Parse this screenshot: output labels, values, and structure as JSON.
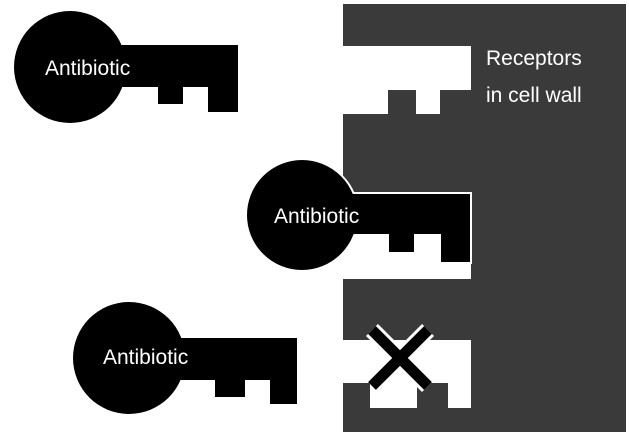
{
  "colors": {
    "background": "#ffffff",
    "cell_wall": "#3a3a3a",
    "key_fill": "#000000",
    "text": "#ffffff"
  },
  "cell_wall": {
    "label_line1": "Receptors",
    "label_line2": "in cell wall"
  },
  "keys": [
    {
      "label": "Antibiotic",
      "state": "approaching"
    },
    {
      "label": "Antibiotic",
      "state": "docked"
    },
    {
      "label": "Antibiotic",
      "state": "blocked"
    }
  ],
  "blocked_marker": {
    "icon": "x-mark-icon"
  }
}
